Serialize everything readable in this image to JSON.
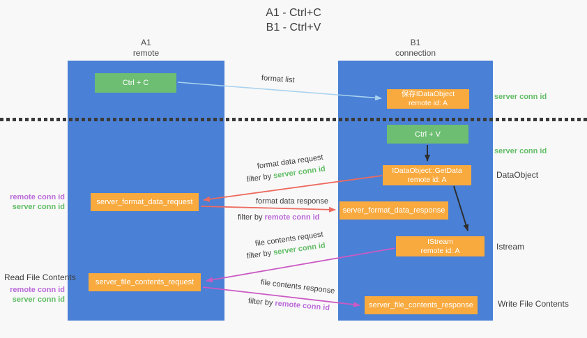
{
  "title": {
    "line1": "A1 - Ctrl+C",
    "line2": "B1 - Ctrl+V"
  },
  "columns": {
    "left": {
      "name": "A1",
      "subtitle": "remote"
    },
    "right": {
      "name": "B1",
      "subtitle": "connection"
    }
  },
  "nodes": {
    "ctrl_c": {
      "label": "Ctrl + C"
    },
    "save_dataobject": {
      "line1": "保存IDataObject",
      "line2": "remote id: A"
    },
    "ctrl_v": {
      "label": "Ctrl + V"
    },
    "getdata": {
      "line1": "IDataObject::GetData",
      "line2": "remote id: A"
    },
    "format_request": {
      "label": "server_format_data_request"
    },
    "format_response": {
      "label": "server_format_data_response"
    },
    "istream": {
      "line1": "IStream",
      "line2": "remote id: A"
    },
    "file_request": {
      "label": "server_file_contents_request"
    },
    "file_response": {
      "label": "server_file_contents_response"
    }
  },
  "edge_labels": {
    "format_list": "format list",
    "format_data_request": "format data request",
    "format_data_response": "format data response",
    "file_contents_request": "file contents request",
    "file_contents_response": "file contents response",
    "filter_by": "filter by",
    "server_conn_id": "server conn id",
    "remote_conn_id": "remote conn id"
  },
  "annotations": {
    "right": {
      "server_conn_id": "server conn id",
      "dataobject": "DataObject",
      "istream": "Istream",
      "write_file": "Write File Contents"
    },
    "left": {
      "remote_conn_id": "remote conn id",
      "server_conn_id": "server conn id",
      "read_file": "Read File Contents"
    }
  },
  "colors": {
    "lifeline_blue": "#4a80d5",
    "node_green": "#6dbe72",
    "node_orange": "#f8aa3f",
    "conn_green_text": "#62bd66",
    "conn_purple_text": "#bb6bd9",
    "arrow_lightblue": "#a8d2ee",
    "arrow_salmon": "#ed6a5f",
    "arrow_magenta": "#cb5ac4",
    "arrow_black": "#2e2e2e"
  }
}
